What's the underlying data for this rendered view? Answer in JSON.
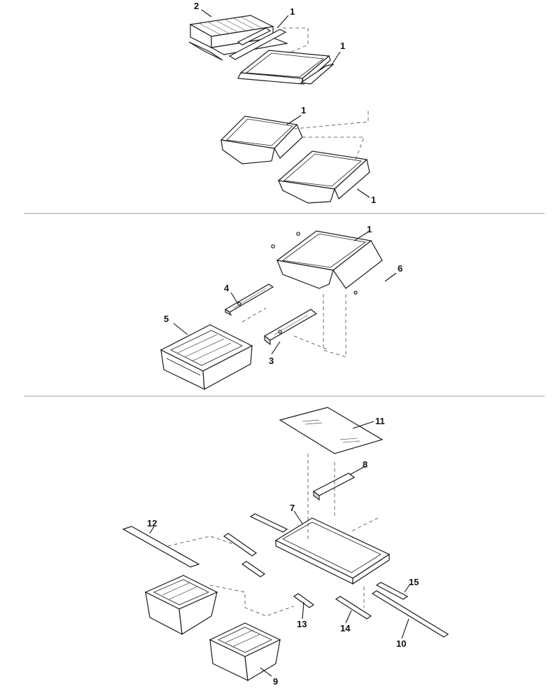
{
  "diagram": {
    "sections": [
      {
        "id": "top",
        "callouts": [
          {
            "key": "t2",
            "text": "2"
          },
          {
            "key": "t1a",
            "text": "1"
          },
          {
            "key": "t1b",
            "text": "1"
          },
          {
            "key": "t1c",
            "text": "1"
          },
          {
            "key": "t1d",
            "text": "1"
          }
        ]
      },
      {
        "id": "middle",
        "callouts": [
          {
            "key": "m1",
            "text": "1"
          },
          {
            "key": "m6",
            "text": "6"
          },
          {
            "key": "m4",
            "text": "4"
          },
          {
            "key": "m5",
            "text": "5"
          },
          {
            "key": "m3",
            "text": "3"
          }
        ]
      },
      {
        "id": "bottom",
        "callouts": [
          {
            "key": "b11",
            "text": "11"
          },
          {
            "key": "b8",
            "text": "8"
          },
          {
            "key": "b7",
            "text": "7"
          },
          {
            "key": "b12",
            "text": "12"
          },
          {
            "key": "b15",
            "text": "15"
          },
          {
            "key": "b13",
            "text": "13"
          },
          {
            "key": "b14",
            "text": "14"
          },
          {
            "key": "b10",
            "text": "10"
          },
          {
            "key": "b9",
            "text": "9"
          }
        ]
      }
    ]
  }
}
